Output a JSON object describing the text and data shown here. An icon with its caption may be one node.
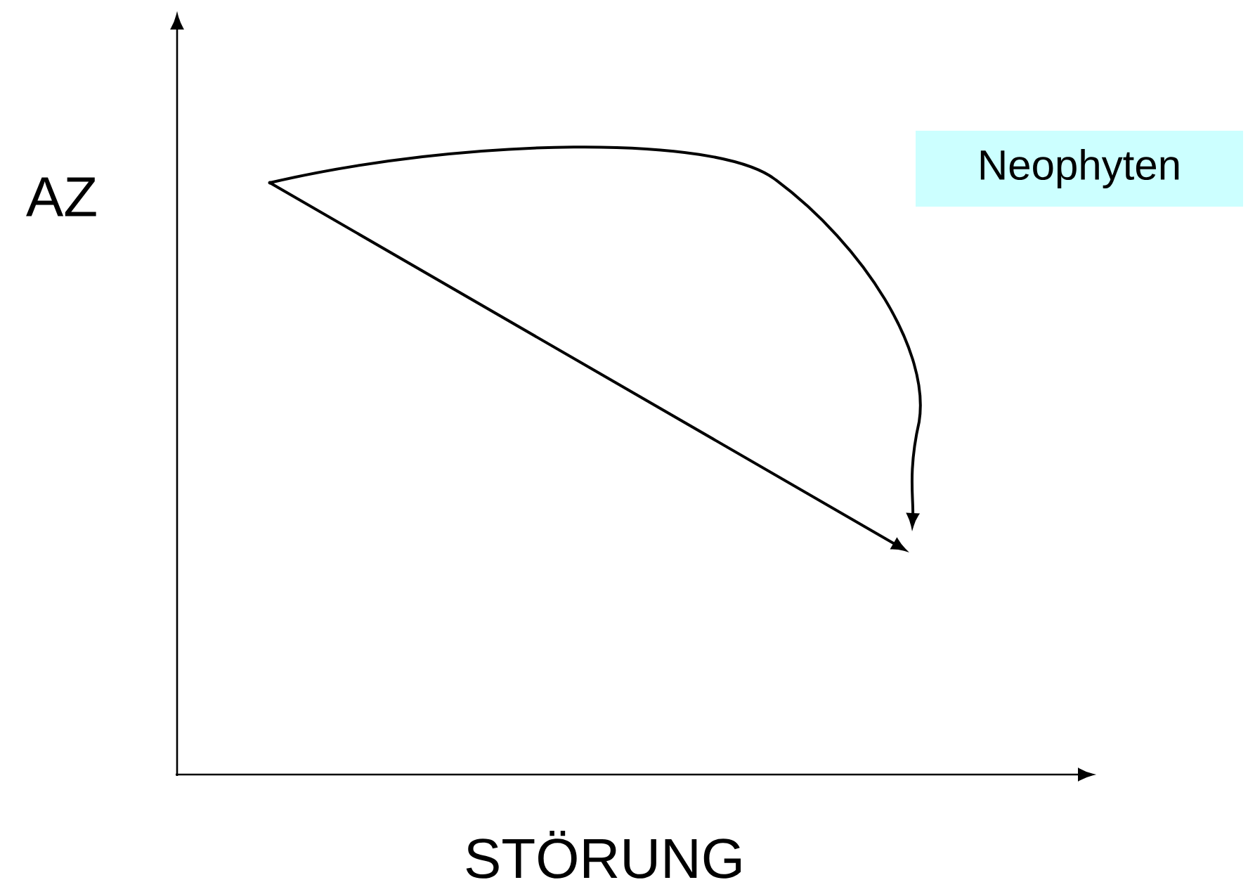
{
  "diagram": {
    "nodes": [
      {
        "text": [
          "Neophyten"
        ]
      },
      {
        "text": [],
        "shape": "dot"
      }
    ],
    "edges": [
      {
        "from": 1,
        "to": null,
        "arrow": "to"
      },
      {
        "from": 1,
        "to": null,
        "arrow": "to"
      }
    ],
    "labels": [
      "AZ",
      "STÖRUNG"
    ]
  }
}
